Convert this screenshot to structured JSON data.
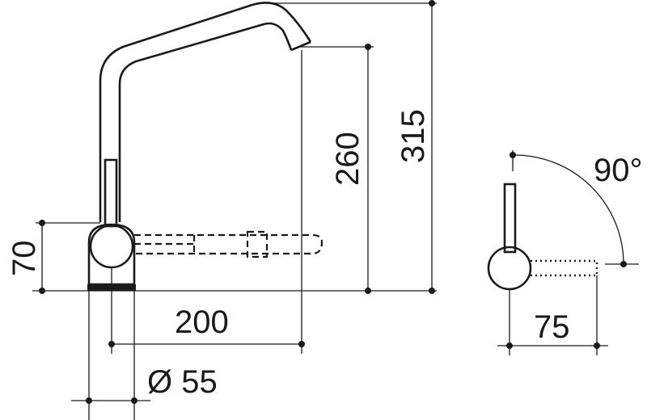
{
  "drawing": {
    "dimensions": {
      "height_total": "315",
      "height_spout": "260",
      "height_lever": "70",
      "reach": "200",
      "base_diameter": "Ø 55",
      "side_depth": "75",
      "lever_angle": "90°"
    },
    "colors": {
      "ink": "#1a1a1a",
      "background": "#ffffff"
    }
  }
}
